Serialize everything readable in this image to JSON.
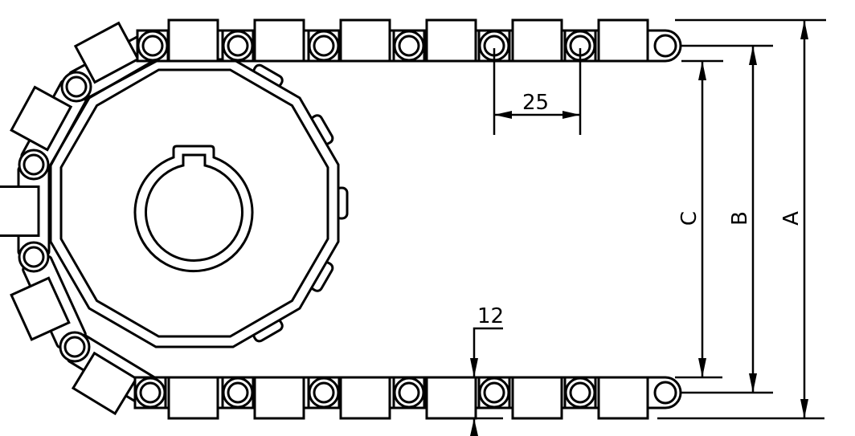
{
  "drawing": {
    "pitch_label": "25",
    "thickness_label": "12",
    "dim_a_label": "A",
    "dim_b_label": "B",
    "dim_c_label": "C",
    "line_color": "#000000",
    "background": "#ffffff"
  }
}
